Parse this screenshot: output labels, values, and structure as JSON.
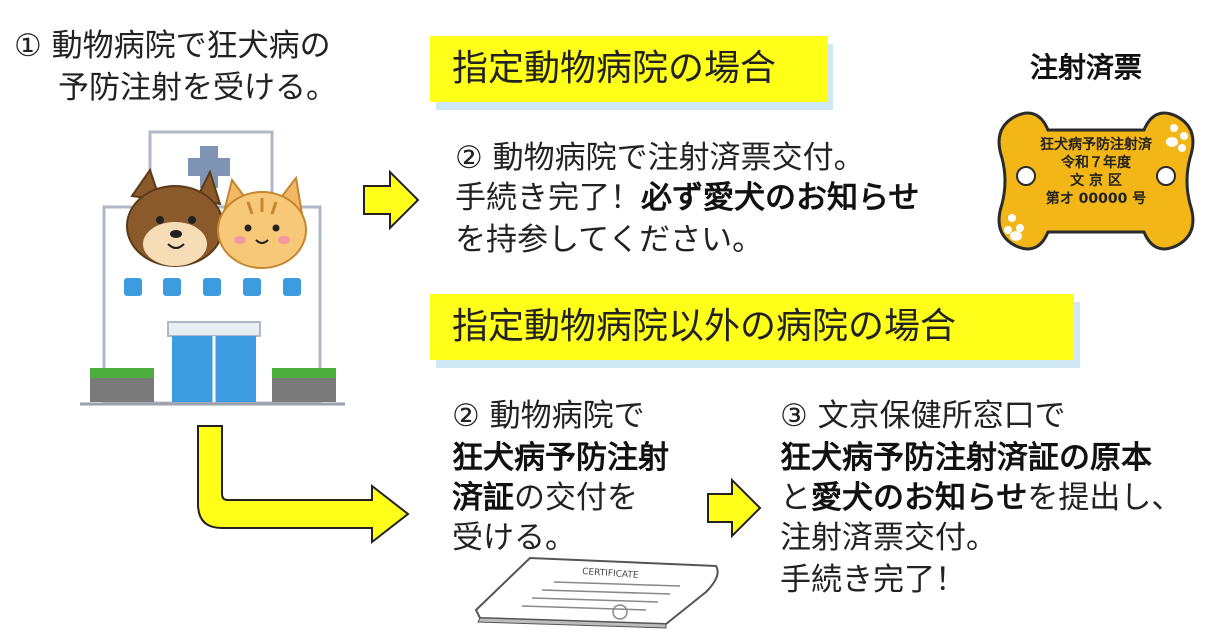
{
  "step1": {
    "line1": "① 動物病院で狂犬病の",
    "line2": "予防注射を受ける。"
  },
  "section_designated": {
    "title": "指定動物病院の場合",
    "step2_line1": "② 動物病院で注射済票交付。",
    "step2_line2_plain": "手続き完了！",
    "step2_line2_bold": "必ず愛犬のお知らせ",
    "step2_line3": "を持参してください。"
  },
  "tag": {
    "label": "注射済票",
    "line1": "狂犬病予防注射済",
    "line2": "令和７年度",
    "line3": "文 京 区",
    "number": "第オ 00000 号"
  },
  "section_other": {
    "title": "指定動物病院以外の病院の場合",
    "step2_line1": "② 動物病院で",
    "step2_line2_bold": "狂犬病予防注射",
    "step2_line3_bold": "済証",
    "step2_line3_plain": "の交付を",
    "step2_line4": "受ける。",
    "certificate_text": "CERTIFICATE",
    "step3_line1": "③ 文京保健所窓口で",
    "step3_line2_bold": "狂犬病予防注射済証の原本",
    "step3_line3_plain1": "と",
    "step3_line3_bold": "愛犬のお知らせ",
    "step3_line3_plain2": "を提出し、",
    "step3_line4": "注射済票交付。",
    "step3_line5": "手続き完了！"
  },
  "colors": {
    "highlight": "#ffff1a",
    "shadow": "#cfe8f3",
    "arrow": "#ffff1a",
    "tag": "#f2b616"
  }
}
